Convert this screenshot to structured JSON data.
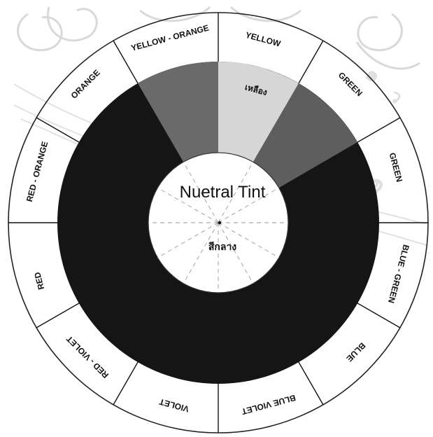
{
  "center": {
    "title": "Nuetral Tint",
    "subtitle": "สีกลาง"
  },
  "segments": [
    {
      "label": "YELLOW"
    },
    {
      "label": "GREEN"
    },
    {
      "label": "GREEN"
    },
    {
      "label": "BLUE - GREEN"
    },
    {
      "label": "BLUE"
    },
    {
      "label": "BLUE VIOLET"
    },
    {
      "label": "VIOLET"
    },
    {
      "label": "RED - VIOLET"
    },
    {
      "label": "RED"
    },
    {
      "label": "RED - ORANGE"
    },
    {
      "label": "ORANGE"
    },
    {
      "label": "YELLOW - ORANGE"
    }
  ],
  "band_label": "เหลือง",
  "colors": {
    "band": "#151515",
    "band_light": "#d6d6d6",
    "band_mid": "#6a6a6a",
    "watermark": "#d9d9d9"
  }
}
